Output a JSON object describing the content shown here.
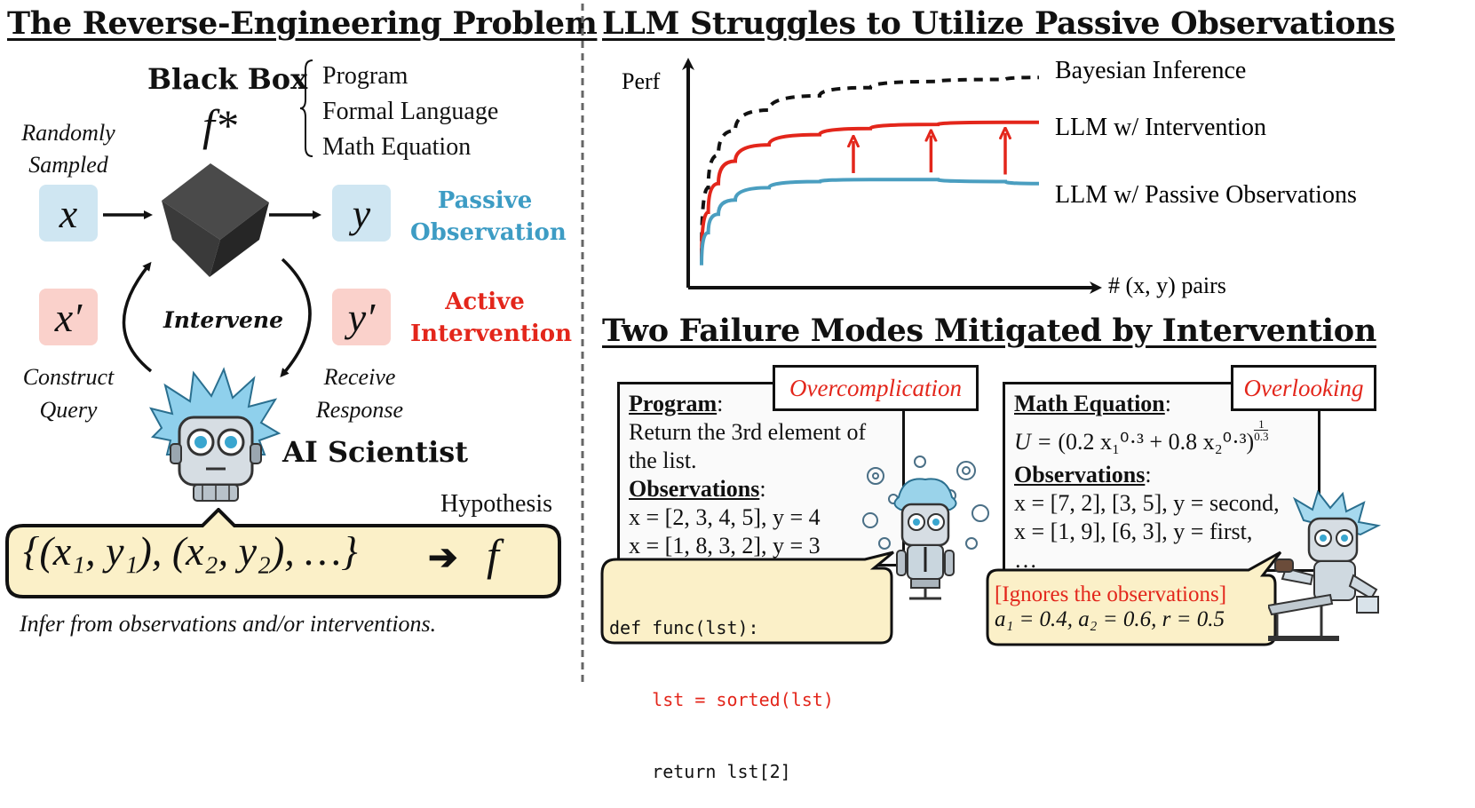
{
  "left": {
    "title": "The Reverse-Engineering Problem",
    "black_box": "Black Box",
    "f_star": "f*",
    "brace_items": [
      "Program",
      "Formal Language",
      "Math Equation"
    ],
    "randomly_sampled": [
      "Randomly",
      "Sampled"
    ],
    "x": "x",
    "y": "y",
    "x_prime": "x′",
    "y_prime": "y′",
    "passive": [
      "Passive",
      "Observation"
    ],
    "active": [
      "Active",
      "Intervention"
    ],
    "intervene": "Intervene",
    "construct_query": [
      "Construct",
      "Query"
    ],
    "receive_response": [
      "Receive",
      "Response"
    ],
    "ai_scientist": "AI Scientist",
    "hypothesis": "Hypothesis",
    "formula": "{(x₁, y₁), (x₂, y₂), …}",
    "formula_f": "f",
    "infer": "Infer from observations and/or interventions."
  },
  "chart": {
    "title": "LLM Struggles to Utilize Passive Observations",
    "ylabel": "Perf",
    "xlabel": "# (x, y) pairs",
    "series_labels": [
      "Bayesian Inference",
      "LLM w/ Intervention",
      "LLM w/ Passive Observations"
    ],
    "colors": {
      "bayes": "#111111",
      "intervention": "#e3261b",
      "passive": "#4a9ec0"
    }
  },
  "chart_data": {
    "type": "line",
    "title": "LLM Struggles to Utilize Passive Observations",
    "xlabel": "# (x, y) pairs",
    "ylabel": "Perf",
    "x": [
      0.0,
      0.02,
      0.05,
      0.1,
      0.2,
      0.35,
      0.5,
      0.7,
      0.9,
      1.0
    ],
    "series": [
      {
        "name": "Bayesian Inference",
        "style": "dashed",
        "values": [
          0.08,
          0.42,
          0.58,
          0.7,
          0.8,
          0.87,
          0.91,
          0.94,
          0.95,
          0.96
        ]
      },
      {
        "name": "LLM w/ Intervention",
        "style": "solid",
        "values": [
          0.06,
          0.3,
          0.44,
          0.55,
          0.63,
          0.68,
          0.71,
          0.73,
          0.74,
          0.74
        ]
      },
      {
        "name": "LLM w/ Passive Observations",
        "style": "solid",
        "values": [
          0.04,
          0.2,
          0.29,
          0.36,
          0.42,
          0.45,
          0.46,
          0.46,
          0.45,
          0.44
        ]
      }
    ],
    "arrows_at_x": [
      0.45,
      0.68,
      0.9
    ],
    "xlim": [
      0,
      1
    ],
    "ylim": [
      0,
      1
    ]
  },
  "failures": {
    "title": "Two Failure Modes Mitigated by Intervention",
    "card1": {
      "tag": "Overcomplication",
      "heading": "Program",
      "desc": [
        "Return the 3rd element of",
        "the list."
      ],
      "obs_heading": "Observations",
      "obs": [
        "x = [2, 3, 4, 5], y = 4",
        "x = [1, 8, 3, 2], y = 3"
      ],
      "code": [
        "def func(lst):",
        "    lst = sorted(lst)",
        "    return lst[2]"
      ]
    },
    "card2": {
      "tag": "Overlooking",
      "heading": "Math Equation",
      "equation": "U = (0.2 x₁^0.3 + 0.8 x₂^0.3)^(1/0.3)",
      "eq_U": "U = ",
      "eq_body": "(0.2 x₁⁰·³ + 0.8 x₂⁰·³)",
      "eq_exp_num": "1",
      "eq_exp_den": "0.3",
      "obs_heading": "Observations",
      "obs": [
        "x = [7, 2], [3, 5], y = second,",
        "x = [1, 9], [6, 3], y = first,",
        "…"
      ],
      "bubble_red": "[Ignores the observations]",
      "bubble_math": "a₁ = 0.4, a₂ = 0.6, r = 0.5"
    }
  }
}
